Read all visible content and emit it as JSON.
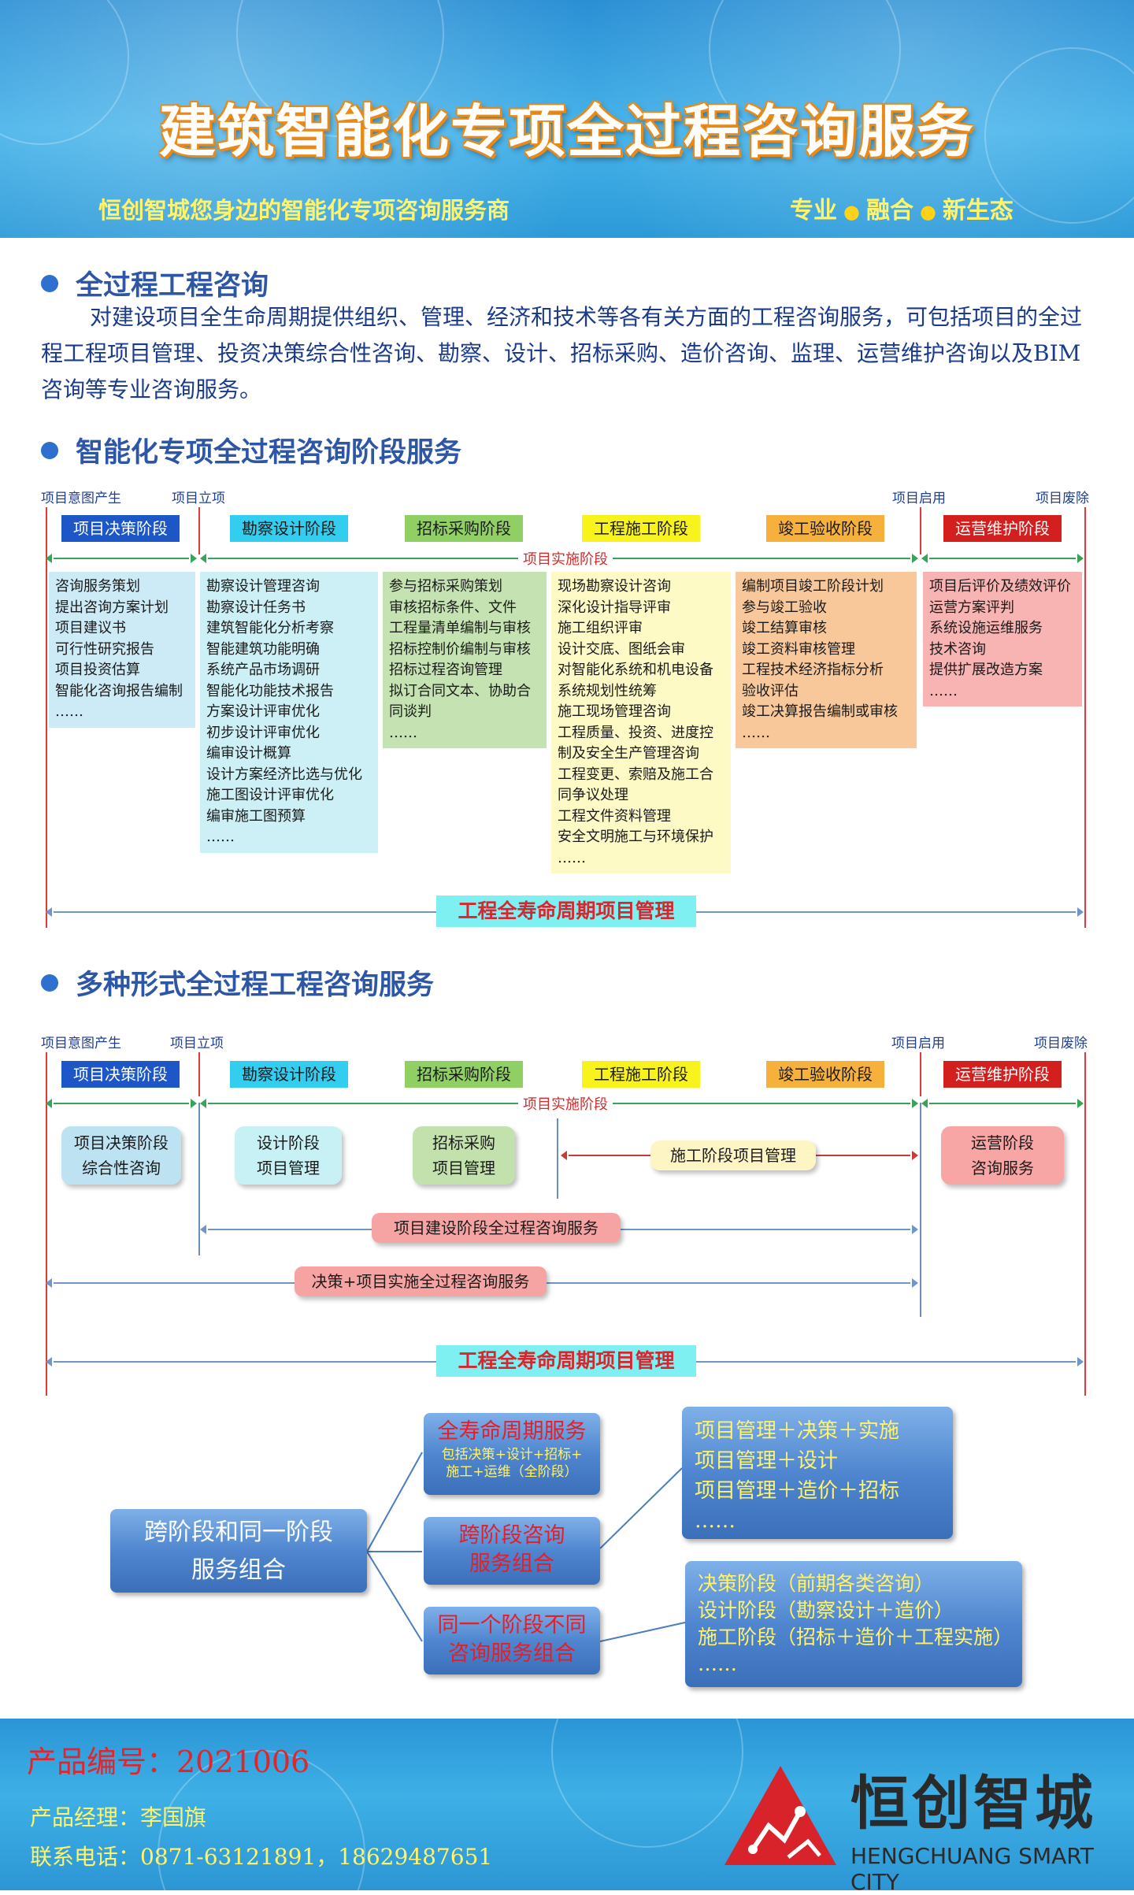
{
  "header": {
    "title": "建筑智能化专项全过程咨询服务",
    "subtitle": "恒创智城您身边的智能化专项咨询服务商",
    "tags": [
      "专业",
      "融合",
      "新生态"
    ]
  },
  "section1": {
    "title": "全过程工程咨询",
    "body": "对建设项目全生命周期提供组织、管理、经济和技术等各有关方面的工程咨询服务，可包括项目的全过程工程项目管理、投资决策综合性咨询、勘察、设计、招标采购、造价咨询、监理、运营维护咨询以及BIM咨询等专业咨询服务。"
  },
  "section2": {
    "title": "智能化专项全过程咨询阶段服务"
  },
  "section3": {
    "title": "多种形式全过程工程咨询服务"
  },
  "milestones": {
    "intent": "项目意图产生",
    "approval": "项目立项",
    "launch": "项目启用",
    "scrap": "项目废除"
  },
  "stages": [
    {
      "label": "项目决策阶段",
      "bg": "#1d56c6",
      "fg": "#ffffff"
    },
    {
      "label": "勘察设计阶段",
      "bg": "#33cdf0",
      "fg": "#1a1a1a"
    },
    {
      "label": "招标采购阶段",
      "bg": "#8fcf64",
      "fg": "#1a1a1a"
    },
    {
      "label": "工程施工阶段",
      "bg": "#f8f21d",
      "fg": "#1a1a1a"
    },
    {
      "label": "竣工验收阶段",
      "bg": "#f6b03c",
      "fg": "#1a1a1a"
    },
    {
      "label": "运营维护阶段",
      "bg": "#d41f1f",
      "fg": "#ffffff"
    }
  ],
  "implementation_label": "项目实施阶段",
  "tasks": [
    {
      "bg": "#cdeaf7",
      "items": [
        "咨询服务策划",
        "提出咨询方案计划",
        "项目建议书",
        "可行性研究报告",
        "项目投资估算",
        "智能化咨询报告编制",
        "……"
      ]
    },
    {
      "bg": "#cdf0f7",
      "items": [
        "勘察设计管理咨询",
        "勘察设计任务书",
        "建筑智能化分析考察",
        "智能建筑功能明确",
        "系统产品市场调研",
        "智能化功能技术报告",
        "方案设计评审优化",
        "初步设计评审优化",
        "编审设计概算",
        "设计方案经济比选与优化",
        "施工图设计评审优化",
        "编审施工图预算",
        "……"
      ]
    },
    {
      "bg": "#c5e3b2",
      "items": [
        "参与招标采购策划",
        "审核招标条件、文件",
        "工程量清单编制与审核",
        "招标控制价编制与审核",
        "招标过程咨询管理",
        "拟订合同文本、协助合",
        "同谈判",
        "……"
      ]
    },
    {
      "bg": "#fdfac5",
      "items": [
        "现场勘察设计咨询",
        "深化设计指导评审",
        "施工组织评审",
        "设计交底、图纸会审",
        "对智能化系统和机电设备",
        "系统规划性统筹",
        "施工现场管理咨询",
        "工程质量、投资、进度控",
        "制及安全生产管理咨询",
        "工程变更、索赔及施工合",
        "同争议处理",
        "工程文件资料管理",
        "安全文明施工与环境保护",
        "……"
      ]
    },
    {
      "bg": "#f9c89a",
      "items": [
        "编制项目竣工阶段计划",
        "参与竣工验收",
        "竣工结算审核",
        "竣工资料审核管理",
        "工程技术经济指标分析",
        "验收评估",
        "竣工决算报告编制或审核",
        "……"
      ]
    },
    {
      "bg": "#f8b3b3",
      "items": [
        "项目后评价及绩效评价",
        "运营方案评判",
        "系统设施运维服务",
        "技术咨询",
        "提供扩展改造方案",
        "……"
      ]
    }
  ],
  "lifecycle_label": "工程全寿命周期项目管理",
  "forms": {
    "decision": [
      "项目决策阶段",
      "综合性咨询"
    ],
    "design": [
      "设计阶段",
      "项目管理"
    ],
    "bidding": [
      "招标采购",
      "项目管理"
    ],
    "construction": "施工阶段项目管理",
    "operation": [
      "运营阶段",
      "咨询服务"
    ],
    "build_full": "项目建设阶段全过程咨询服务",
    "decision_impl": "决策+项目实施全过程咨询服务"
  },
  "combination": {
    "root": [
      "跨阶段和同一阶段",
      "服务组合"
    ],
    "lifetime": {
      "title": "全寿命周期服务",
      "sub": [
        "包括决策+设计+招标+",
        "施工+运维（全阶段）"
      ]
    },
    "cross": [
      "跨阶段咨询",
      "服务组合"
    ],
    "same": [
      "同一个阶段不同",
      "咨询服务组合"
    ],
    "cross_list": [
      "项目管理＋决策＋实施",
      "项目管理＋设计",
      "项目管理＋造价＋招标",
      "……"
    ],
    "same_list": [
      "决策阶段（前期各类咨询）",
      "设计阶段（勘察设计＋造价）",
      "施工阶段（招标＋造价＋工程实施）",
      "……"
    ]
  },
  "footer": {
    "product_no": "产品编号：2021006",
    "manager": "产品经理：李国旗",
    "phone": "联系电话：0871-63121891，18629487651",
    "logo_cn": "恒创智城",
    "logo_en": "HENGCHUANG SMART CITY"
  }
}
